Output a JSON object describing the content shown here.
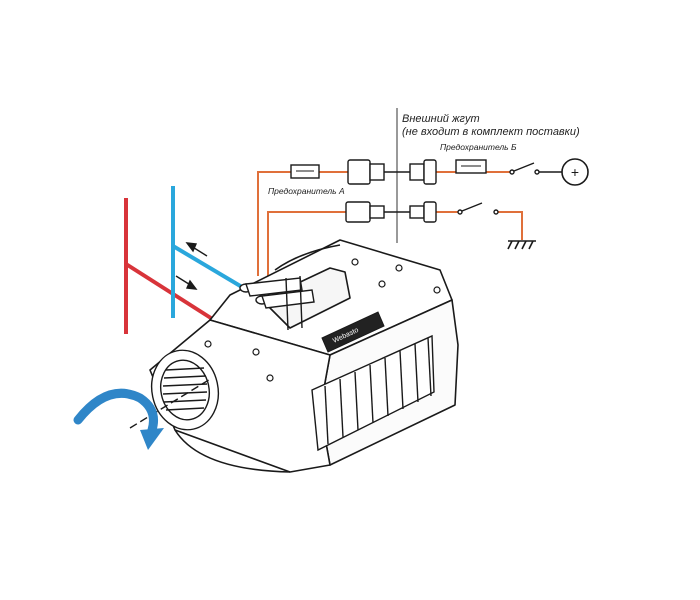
{
  "diagram": {
    "harness_title": "Внешний жгут",
    "harness_note": "(не входит в комплект поставки)",
    "fuse_a_label": "Предохранитель А",
    "fuse_b_label": "Предохранитель Б",
    "terminal_symbol": "+",
    "brand_plate": "Webasto"
  },
  "colors": {
    "hot_pipe": "#d8343a",
    "cold_pipe": "#2aa7dc",
    "wire": "#e0703a",
    "airflow": "#2f86c8",
    "outline": "#1a1a1a"
  },
  "icons": [
    "fuse-a-icon",
    "fuse-b-icon",
    "connector-icon",
    "switch-icon",
    "ground-icon",
    "battery-terminal-icon",
    "flow-arrow-icon",
    "airflow-arrow-icon"
  ]
}
